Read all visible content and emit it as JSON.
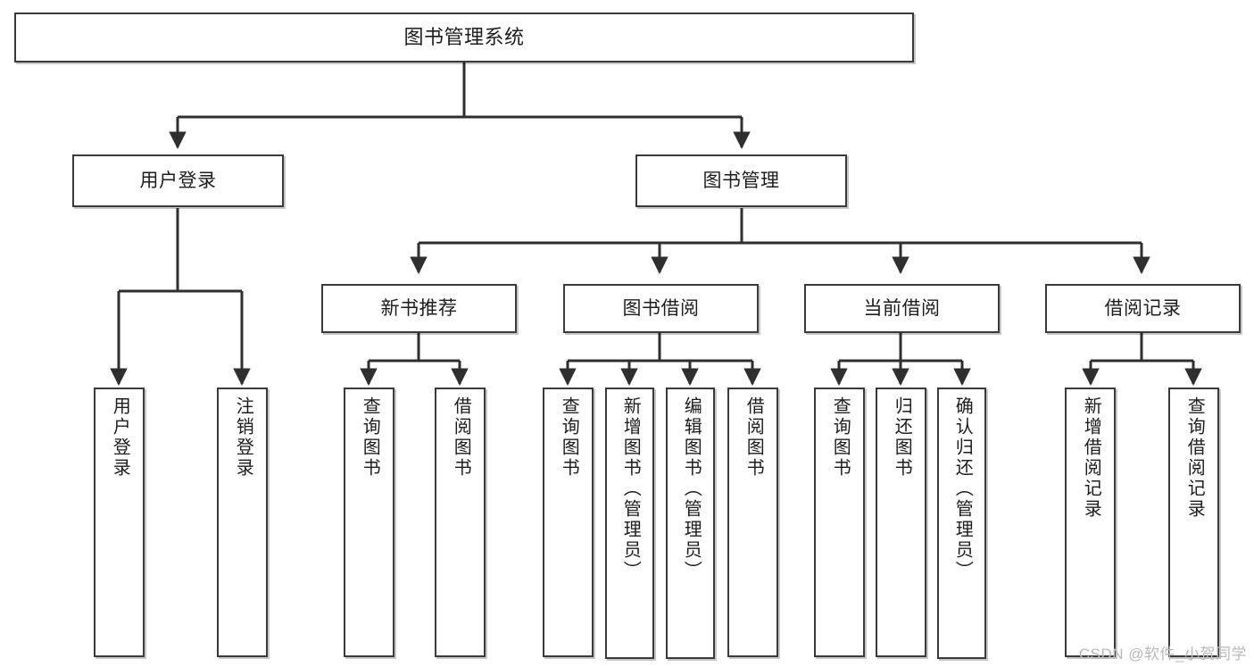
{
  "diagram": {
    "type": "tree",
    "title": "图书管理系统",
    "root": {
      "label": "图书管理系统"
    },
    "level2": [
      {
        "label": "用户登录"
      },
      {
        "label": "图书管理"
      }
    ],
    "level3": [
      {
        "label": "新书推荐"
      },
      {
        "label": "图书借阅"
      },
      {
        "label": "当前借阅"
      },
      {
        "label": "借阅记录"
      }
    ],
    "leaves": [
      {
        "label": "用户登录",
        "parent": "用户登录"
      },
      {
        "label": "注销登录",
        "parent": "用户登录"
      },
      {
        "label": "查询图书",
        "parent": "新书推荐"
      },
      {
        "label": "借阅图书",
        "parent": "新书推荐"
      },
      {
        "label": "查询图书",
        "parent": "图书借阅"
      },
      {
        "label": "新增图书（管理员）",
        "parent": "图书借阅"
      },
      {
        "label": "编辑图书（管理员）",
        "parent": "图书借阅"
      },
      {
        "label": "借阅图书",
        "parent": "图书借阅"
      },
      {
        "label": "查询图书",
        "parent": "当前借阅"
      },
      {
        "label": "归还图书",
        "parent": "当前借阅"
      },
      {
        "label": "确认归还（管理员）",
        "parent": "当前借阅"
      },
      {
        "label": "新增借阅记录",
        "parent": "借阅记录"
      },
      {
        "label": "查询借阅记录",
        "parent": "借阅记录"
      }
    ]
  },
  "watermark": {
    "text": "CSDN @软件_小贺同学"
  },
  "colors": {
    "border": "#3a3a3a",
    "background": "#ffffff",
    "text": "#1d1d1d",
    "watermark": "#b9b9b9"
  }
}
